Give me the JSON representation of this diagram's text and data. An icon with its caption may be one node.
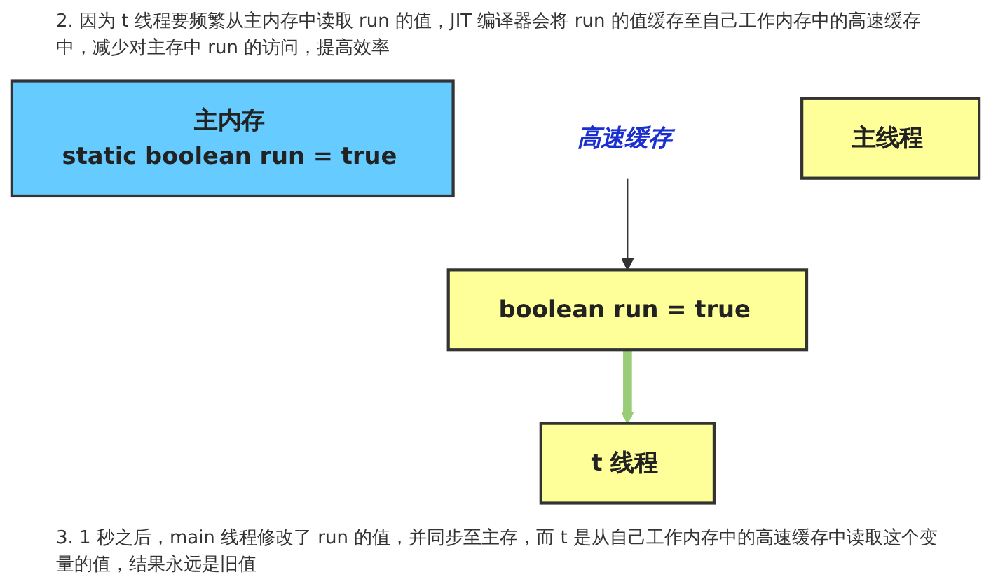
{
  "diagram": {
    "nodes": [
      {
        "text": [
          "主内存",
          "static boolean run = true"
        ]
      },
      {
        "text": [
          "高速缓存"
        ]
      },
      {
        "text": [
          "boolean run = true"
        ]
      },
      {
        "text": [
          "主线程"
        ]
      },
      {
        "text": [
          "t 线程"
        ]
      }
    ],
    "edges": [
      {
        "from": 1,
        "to": 2,
        "arrow": "to"
      },
      {
        "from": 2,
        "to": 4,
        "arrow": "to",
        "style": "thick",
        "color": "#99cc77"
      }
    ],
    "labels": [
      "2. 因为 t 线程要频繁从主内存中读取 run 的值，JIT 编译器会将 run 的值缓存至自己工作内存中的高速缓存中，减少对主存中 run 的访问，提高效率",
      "3. 1 秒之后，main 线程修改了 run 的值，并同步至主存，而 t 是从自己工作内存中的高速缓存中读取这个变量的值，结果永远是旧值"
    ]
  }
}
